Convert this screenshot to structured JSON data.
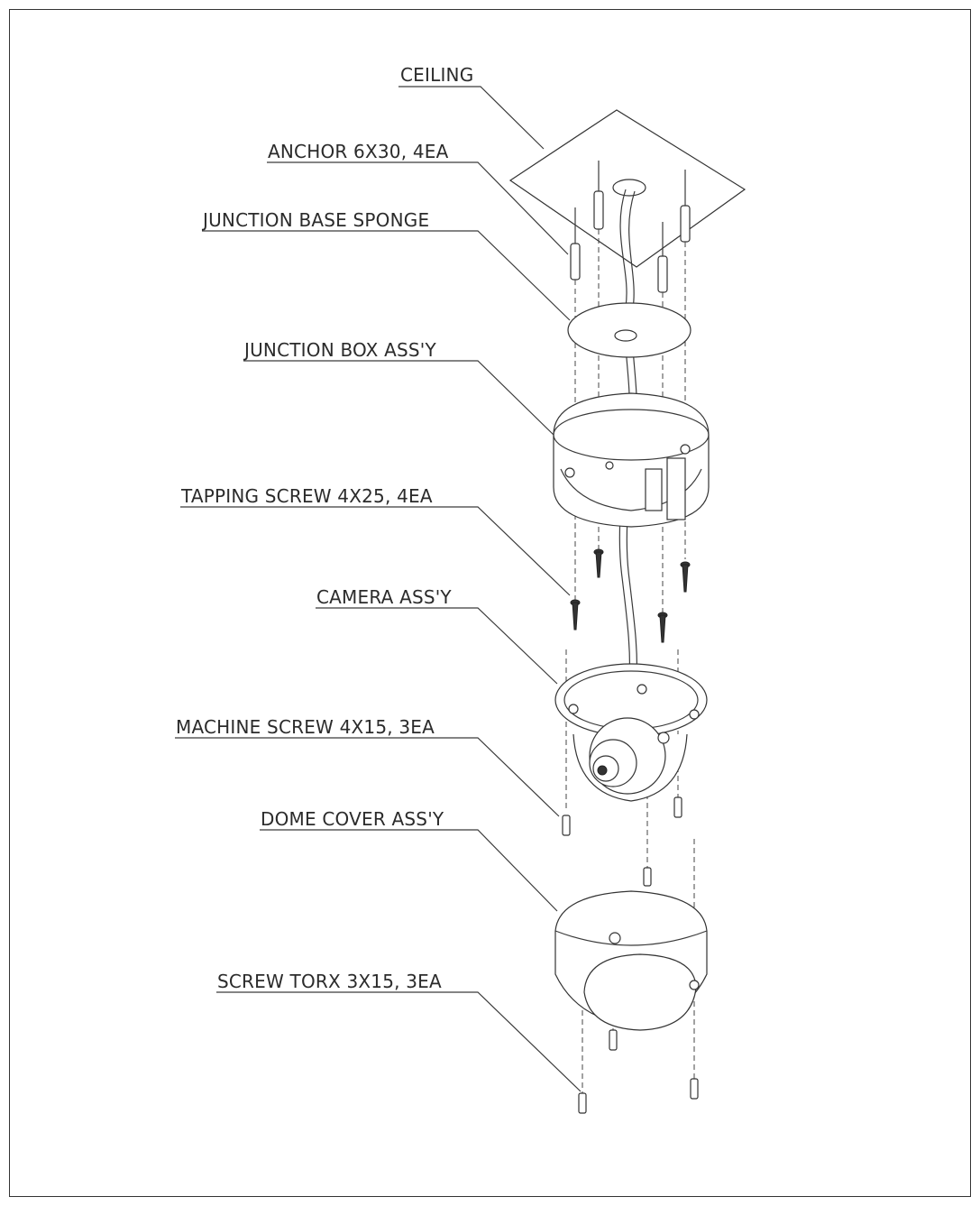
{
  "labels": {
    "ceiling": "CEILING",
    "anchor": "ANCHOR 6X30, 4EA",
    "junction_base_sponge": "JUNCTION BASE SPONGE",
    "junction_box": "JUNCTION BOX ASS'Y",
    "tapping_screw": "TAPPING SCREW 4X25, 4EA",
    "camera": "CAMERA ASS'Y",
    "machine_screw": "MACHINE SCREW 4X15, 3EA",
    "dome_cover": "DOME COVER ASS'Y",
    "screw_torx": "SCREW TORX 3X15, 3EA"
  },
  "colors": {
    "line": "#3a3a3a",
    "text": "#2b2b2b",
    "background": "#ffffff"
  }
}
